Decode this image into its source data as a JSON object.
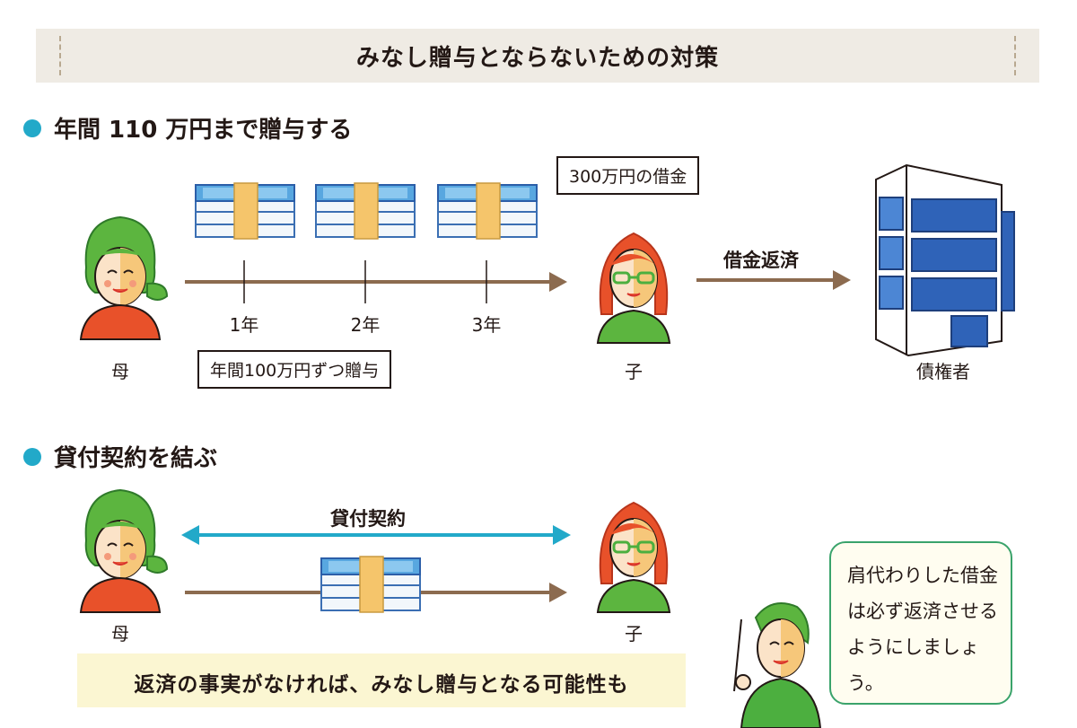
{
  "title": "みなし贈与とならないための対策",
  "section1": {
    "heading": "年間 110 万円まで贈与する",
    "mother": "母",
    "child": "子",
    "creditor": "債権者",
    "years": [
      "1年",
      "2年",
      "3年"
    ],
    "gift_callout": "年間100万円ずつ贈与",
    "loan_callout": "300万円の借金",
    "repay_label": "借金返済"
  },
  "section2": {
    "heading": "貸付契約を結ぶ",
    "contract_label": "貸付契約",
    "mother": "母",
    "child": "子",
    "note": "返済の事実がなければ、みなし贈与となる可能性も"
  },
  "advisor": {
    "speech": "肩代わりした借金は必ず返済させるようにしましょう。"
  },
  "colors": {
    "accent_cyan": "#22a9c9",
    "arrow_brown": "#8c6b4f",
    "green": "#4caf3f",
    "hair_red": "#e8512a"
  }
}
